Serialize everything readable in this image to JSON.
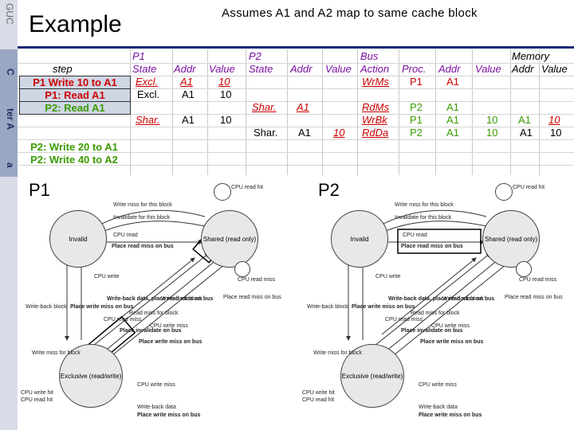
{
  "slide": {
    "logo": "GUC",
    "sidebar_text_1": "C",
    "sidebar_text_2": "ter A",
    "sidebar_text_3": "a",
    "title": "Example",
    "note": "Assumes A1 and A2 map to same cache block"
  },
  "table": {
    "group_headers": {
      "p1": "P1",
      "p2": "P2",
      "bus": "Bus",
      "memory": "Memory"
    },
    "col_headers": {
      "step": "step",
      "p1_state": "State",
      "p1_addr": "Addr",
      "p1_value": "Value",
      "p2_state": "State",
      "p2_addr": "Addr",
      "p2_value": "Value",
      "bus_action": "Action",
      "bus_proc": "Proc.",
      "bus_addr": "Addr",
      "bus_value": "Value",
      "mem_addr": "Addr",
      "mem_value": "Value"
    },
    "steps": [
      "P1 Write 10 to A1",
      "P1: Read A1",
      "P2: Read A1",
      "P2: Write 20 to A1",
      "P2: Write 40 to A2"
    ],
    "r1": {
      "p1_state": "Excl.",
      "p1_addr": "A1",
      "p1_value": "10",
      "bus_action": "WrMs",
      "bus_proc": "P1",
      "bus_addr": "A1"
    },
    "r2": {
      "p1_state": "Excl.",
      "p1_addr": "A1",
      "p1_value": "10"
    },
    "r3": {
      "p2_state": "Shar.",
      "p2_addr": "A1",
      "bus_action": "RdMs",
      "bus_proc": "P2",
      "bus_addr": "A1"
    },
    "r4": {
      "p1_state": "Shar.",
      "p1_addr": "A1",
      "p1_value": "10",
      "bus_action": "WrBk",
      "bus_proc": "P1",
      "bus_addr": "A1",
      "bus_value": "10",
      "mem_addr": "A1",
      "mem_value": "10"
    },
    "r5": {
      "p2_state": "Shar.",
      "p2_addr": "A1",
      "p2_value": "10",
      "bus_action": "RdDa",
      "bus_proc": "P2",
      "bus_addr": "A1",
      "bus_value": "10",
      "mem_addr": "A1",
      "mem_value": "10"
    }
  },
  "diagrams": [
    {
      "label": "P1"
    },
    {
      "label": "P2"
    }
  ],
  "fsm": {
    "invalid": "Invalid",
    "shared": "Shared (read only)",
    "exclusive": "Exclusive (read/write)",
    "cpu_read_hit": "CPU read hit",
    "write_miss_block": "Write miss for this block",
    "invalidate_block": "Invalidate for this block",
    "cpu_read": "CPU read",
    "place_read_miss": "Place read miss on bus",
    "cpu_write": "CPU write",
    "cpu_read_miss": "CPU read miss",
    "place_read_miss_2": "Place read miss on bus",
    "write_back_block": "Write-back block",
    "place_write_miss": "Place write miss on bus",
    "write_miss_for_block": "Write miss for block",
    "cpu_write_hit": "CPU write hit",
    "cpu_read_hit_2": "CPU read hit",
    "cpu_write_miss": "CPU write miss",
    "write_back_data": "Write-back data",
    "place_write_miss_2": "Place write miss on bus",
    "diag_1": "CPU read miss",
    "diag_2": "Write-back data, place read miss on bus",
    "diag_3": "Place invalidate on bus",
    "diag_4": "CPU write miss",
    "diag_5": "Place write miss on bus",
    "diag_6": "Read miss for block",
    "diag_7": "Write-back block"
  }
}
